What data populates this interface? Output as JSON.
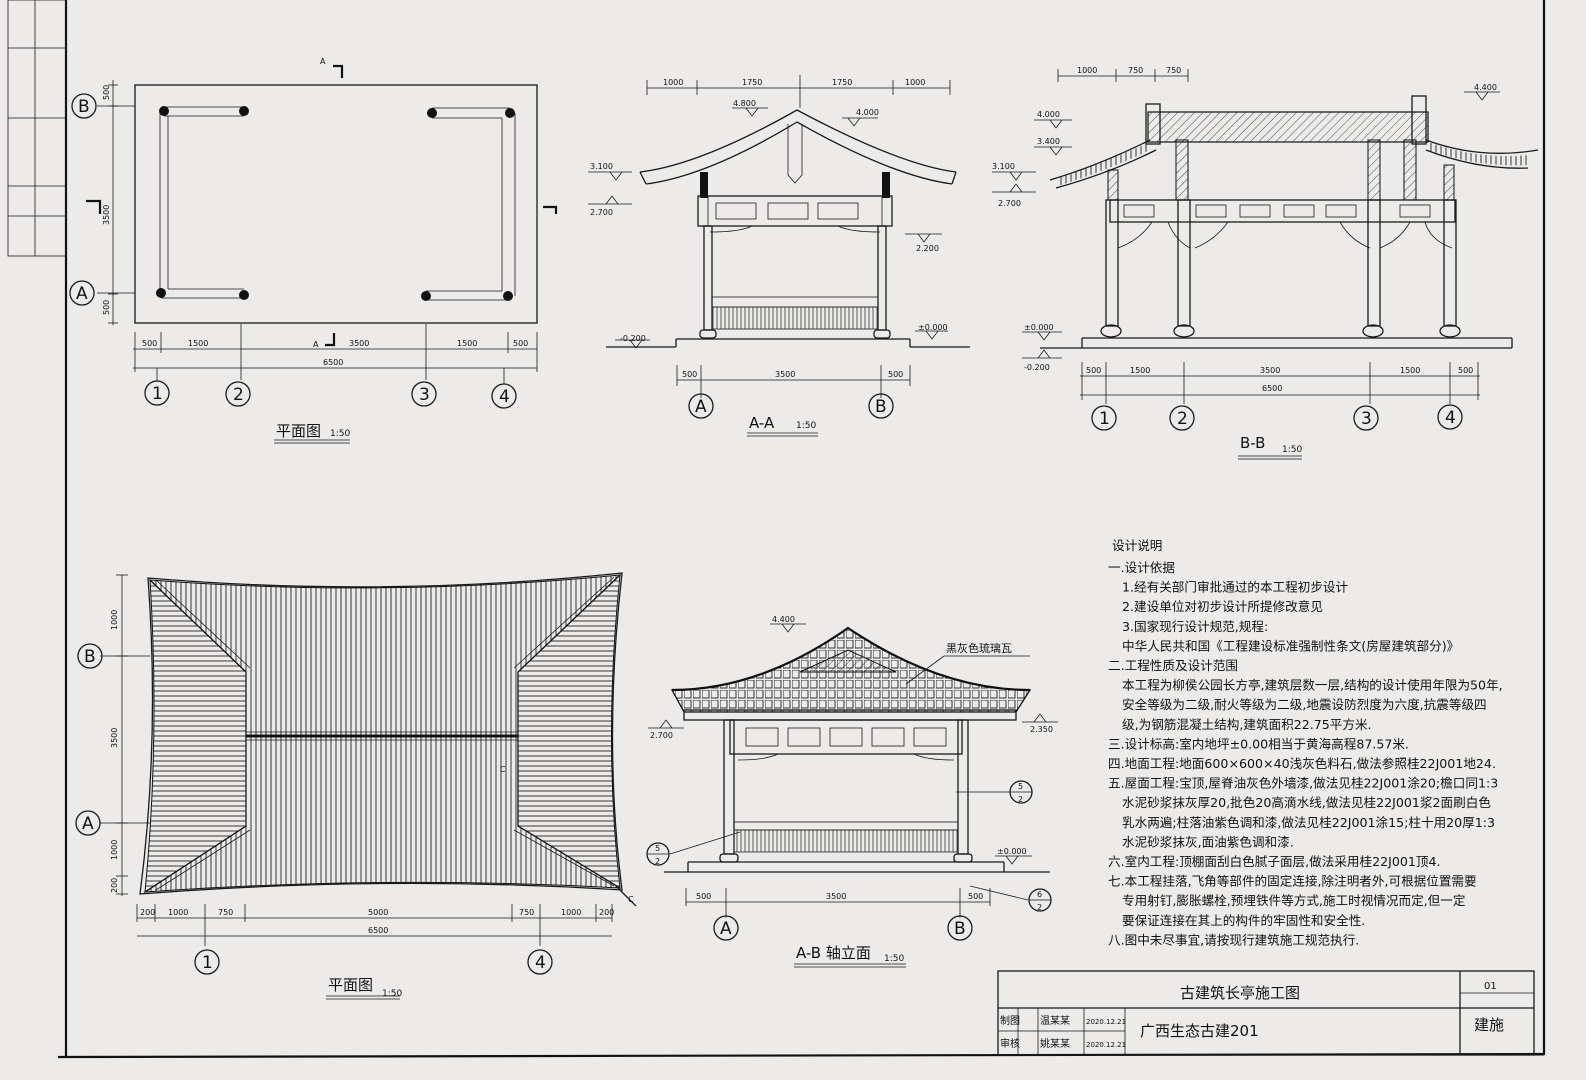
{
  "plan1": {
    "title": "平面图",
    "scale": "1:50",
    "dims_bottom": [
      "500",
      "1500",
      "3500",
      "1500",
      "500"
    ],
    "dim_total": "6500",
    "dims_left": [
      "500",
      "3500",
      "500"
    ],
    "axes": [
      "1",
      "2",
      "3",
      "4"
    ],
    "axes_side": [
      "B",
      "A"
    ],
    "section_a": "A",
    "section_a2": "A"
  },
  "aa": {
    "title": "A-A",
    "scale": "1:50",
    "dims_top": [
      "1000",
      "1750",
      "1750",
      "1000"
    ],
    "levels": [
      "4.800",
      "4.000",
      "3.100",
      "2.700",
      "2.200",
      "±0.000",
      "-0.200"
    ],
    "dims_bottom": [
      "500",
      "3500",
      "500"
    ],
    "axes": [
      "A",
      "B"
    ]
  },
  "bb": {
    "title": "B-B",
    "scale": "1:50",
    "dims_top": [
      "1000",
      "750",
      "750"
    ],
    "levels": [
      "4.400",
      "4.000",
      "3.400",
      "3.100",
      "2.700",
      "±0.000",
      "-0.200"
    ],
    "dims_bottom": [
      "500",
      "1500",
      "3500",
      "1500",
      "500"
    ],
    "dim_total": "6500",
    "axes": [
      "1",
      "2",
      "3",
      "4"
    ]
  },
  "roof": {
    "title": "平面图",
    "scale": "1:50",
    "dims_bottom": [
      "200",
      "1000",
      "750",
      "5000",
      "750",
      "1000",
      "200"
    ],
    "dim_total": "6500",
    "dims_left": [
      "1000",
      "3500",
      "1000",
      "200"
    ],
    "axes_side": [
      "B",
      "A"
    ],
    "axes": [
      "1",
      "4"
    ],
    "cut_label": "C"
  },
  "ab": {
    "title": "A-B 轴立面",
    "scale": "1:50",
    "roof_label": "黑灰色琉璃瓦",
    "levels": [
      "4.400",
      "2.700",
      "2.350",
      "±0.000"
    ],
    "dims_bottom": [
      "500",
      "3500",
      "500"
    ],
    "axes": [
      "A",
      "B"
    ],
    "details": [
      [
        "5",
        "2"
      ],
      [
        "5",
        "2"
      ],
      [
        "6",
        "2"
      ]
    ]
  },
  "notes": {
    "heading": "设计说明",
    "lines": [
      "一.设计依据",
      "1.经有关部门审批通过的本工程初步设计",
      "2.建设单位对初步设计所提修改意见",
      "3.国家现行设计规范,规程:",
      "中华人民共和国《工程建设标准强制性条文(房屋建筑部分)》",
      "二.工程性质及设计范围",
      "本工程为柳侯公园长方亭,建筑层数一层,结构的设计使用年限为50年,",
      "安全等级为二级,耐火等级为二级,地震设防烈度为六度,抗震等级四",
      "级,为钢筋混凝土结构,建筑面积22.75平方米.",
      "三.设计标高:室内地坪±0.00相当于黄海高程87.57米.",
      "四.地面工程:地面600×600×40浅灰色料石,做法参照桂22J001地24.",
      "五.屋面工程:宝顶,屋脊油灰色外墙漆,做法见桂22J001涂20;檐口同1:3",
      "水泥砂浆抹灰厚20,批色20高滴水线,做法见桂22J001浆2面刷白色",
      "乳水两遍;柱落油紫色调和漆,做法见桂22J001涂15;柱十用20厚1:3",
      "水泥砂浆抹灰,面油紫色调和漆.",
      "六.室内工程:顶棚面刮白色腻子面层,做法采用桂22J001顶4.",
      "七.本工程挂落,飞角等部件的固定连接,除注明者外,可根据位置需要",
      "专用射钉,膨胀螺栓,预埋铁件等方式,施工时视情况而定,但一定",
      "要保证连接在其上的构件的牢固性和安全性.",
      "八.图中未尽事宜,请按现行建筑施工规范执行."
    ]
  },
  "title_block": {
    "project": "古建筑长亭施工图",
    "company": "广西生态古建201",
    "role1": "制图",
    "name1": "温某某",
    "date1": "2020.12.21",
    "role2": "审核",
    "name2": "姚某某",
    "date2": "2020.12.21",
    "sheet_no": "01",
    "category": "建施"
  }
}
